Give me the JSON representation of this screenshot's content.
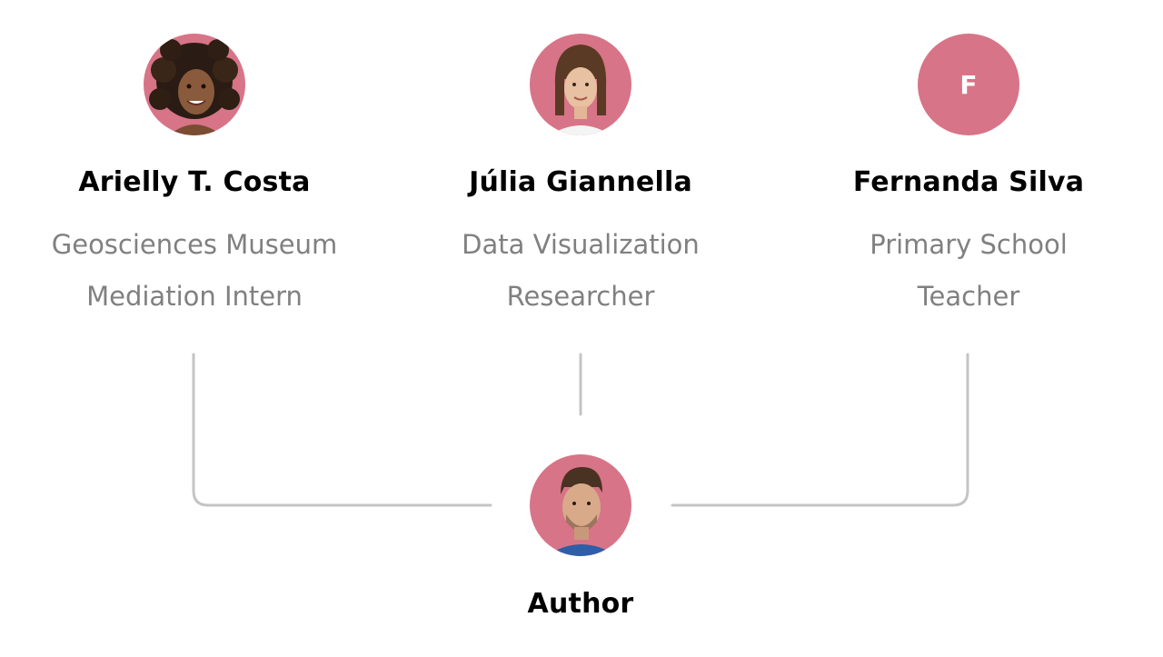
{
  "colors": {
    "avatar_bg": "#d87487",
    "connector": "#c4c4c4",
    "name": "#000000",
    "role": "#808080"
  },
  "people": [
    {
      "name": "Arielly T. Costa",
      "role_lines": [
        "Geosciences Museum",
        "Mediation Intern"
      ],
      "avatar": "photo"
    },
    {
      "name": "Júlia Giannella",
      "role_lines": [
        "Data Visualization",
        "Researcher"
      ],
      "avatar": "photo"
    },
    {
      "name": "Fernanda Silva",
      "role_lines": [
        "Primary School",
        "Teacher"
      ],
      "avatar": "initial",
      "initial": "F"
    }
  ],
  "center": {
    "name": "Author",
    "avatar": "photo"
  }
}
